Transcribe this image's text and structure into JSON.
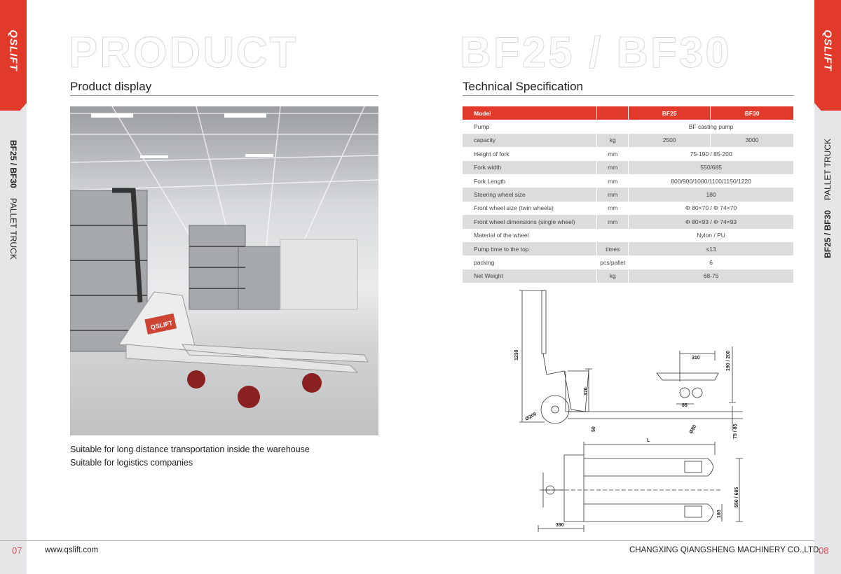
{
  "brand": {
    "logo": "QSLIFT",
    "accent": "#e23a2a"
  },
  "sidebar_left": {
    "model": "BF25 / BF30",
    "type": "PALLET TRUCK"
  },
  "sidebar_right": {
    "model": "BF25 / BF30",
    "type": "PALLET TRUCK"
  },
  "left": {
    "big_title": "PRODUCT",
    "section_title": "Product display",
    "photo_logo": "QSLIFT",
    "descriptions": [
      "Suitable for long distance transportation inside the warehouse",
      "Suitable for logistics companies"
    ],
    "page": "07",
    "website": "www.qslift.com"
  },
  "right": {
    "big_title": "BF25 / BF30",
    "section_title": "Technical Specification",
    "page": "08",
    "company": "CHANGXING QIANGSHENG MACHINERY CO.,LTD.",
    "table": {
      "header": [
        "Model",
        "",
        "BF25",
        "BF30"
      ],
      "rows": [
        {
          "label": "Pump",
          "unit": "",
          "value": "BF casting pump"
        },
        {
          "label": "capacity",
          "unit": "kg",
          "bf25": "2500",
          "bf30": "3000"
        },
        {
          "label": "Height of fork",
          "unit": "mm",
          "value": "75-190 / 85-200"
        },
        {
          "label": "Fork width",
          "unit": "mm",
          "value": "550/685"
        },
        {
          "label": "Fork Length",
          "unit": "mm",
          "value": "800/900/1000/1100/1150/1220"
        },
        {
          "label": "Steering wheel size",
          "unit": "mm",
          "value": "180"
        },
        {
          "label": "Front wheel size (twin wheels)",
          "unit": "mm",
          "value": "Φ 80×70 / Φ 74×70"
        },
        {
          "label": "Front wheel dimensions (single wheel)",
          "unit": "mm",
          "value": "Φ 80×93 / Φ 74×93"
        },
        {
          "label": "Material of the wheel",
          "unit": "",
          "value": "Nylon / PU"
        },
        {
          "label": "Pump time to the top",
          "unit": "times",
          "value": "≤13"
        },
        {
          "label": "packing",
          "unit": "pcs/pallet",
          "value": "6"
        },
        {
          "label": "Net Weight",
          "unit": "kg",
          "value": "68-75"
        }
      ]
    },
    "drawing": {
      "dims": {
        "height": "1230",
        "body": "370",
        "wheel": "Ø200",
        "ground": "50",
        "span": "310",
        "lift": "190 / 200",
        "twin": "85",
        "front_wheel": "Ø80",
        "low": "75 / 85",
        "length": "L",
        "width": "550 / 685",
        "fork": "160",
        "rear": "390"
      }
    }
  }
}
